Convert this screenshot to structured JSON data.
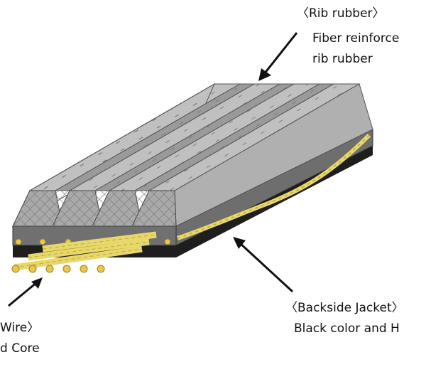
{
  "labels": {
    "rib_title": "〈Rib rubber〉",
    "rib_line1": "Fiber reinforce",
    "rib_line2": "rib rubber",
    "back_title": "〈Backside Jacket〉",
    "back_line1": "Black color and H",
    "wire_title": "Wire〉",
    "wire_line1": "d Core"
  },
  "colors": {
    "rib_face": "#a9a9a9",
    "rib_side": "#8c8c8c",
    "rib_top": "#c4c4c4",
    "body_band": "#6e6e6e",
    "backside_jacket": "#1e1e1e",
    "cord": "#e8d86a",
    "cord_dark": "#b9a83a",
    "arrow": "#111111"
  }
}
